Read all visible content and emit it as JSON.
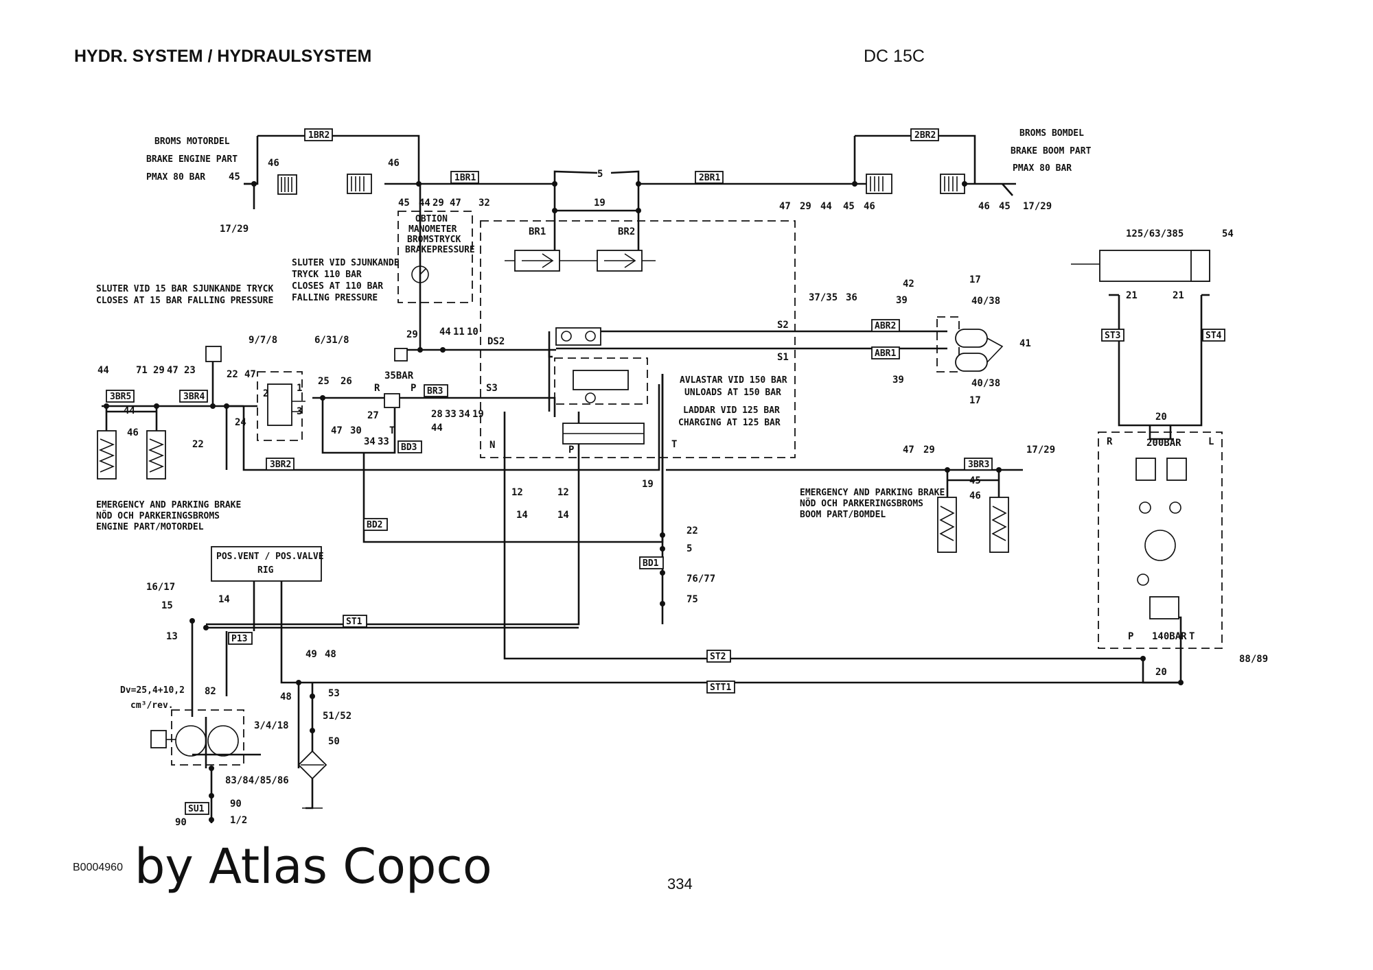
{
  "header": {
    "title": "HYDR. SYSTEM / HYDRAULSYSTEM",
    "model": "DC 15C"
  },
  "footer": {
    "doc_id": "B0004960",
    "brand": "by Atlas Copco",
    "page": "334"
  },
  "notes": {
    "brake_engine": [
      "BROMS MOTORDEL",
      "BRAKE ENGINE PART",
      "PMAX 80 BAR"
    ],
    "brake_boom": [
      "BROMS BOMDEL",
      "BRAKE BOOM PART",
      "PMAX 80 BAR"
    ],
    "option_gauge": [
      "OBTION",
      "MANOMETER",
      "BROMSTRYCK",
      "BRAKEPRESSURE"
    ],
    "closes_110": [
      "SLUTER VID SJUNKANDE",
      "TRYCK 110 BAR",
      "CLOSES AT 110 BAR",
      "FALLING PRESSURE"
    ],
    "closes_15": [
      "SLUTER VID 15 BAR SJUNKANDE TRYCK",
      "CLOSES AT 15 BAR FALLING PRESSURE"
    ],
    "unloads": [
      "AVLASTAR VID 150 BAR",
      "UNLOADS AT 150 BAR",
      "LADDAR VID 125 BAR",
      "CHARGING AT 125 BAR"
    ],
    "emergency_engine": [
      "EMERGENCY AND PARKING BRAKE",
      "NÖD OCH PARKERINGSBROMS",
      "ENGINE PART/MOTORDEL"
    ],
    "emergency_boom": [
      "EMERGENCY AND PARKING BRAKE",
      "NÖD OCH PARKERINGSBROMS",
      "BOOM PART/BOMDEL"
    ],
    "pos_valve": [
      "POS.VENT / POS.VALVE",
      "RIG"
    ],
    "displacement": [
      "Dv=25,4+10,2",
      "cm³/rev."
    ],
    "cylinder": "125/63/385"
  },
  "tags": {
    "br1": "1BR2",
    "br1b": "1BR1",
    "br2": "2BR2",
    "br2b": "2BR1",
    "br5": "3BR5",
    "br4": "3BR4",
    "br3": "BR3",
    "bd3": "BD3",
    "br2c": "3BR2",
    "bd2": "BD2",
    "bd1": "BD1",
    "br3b": "3BR3",
    "abr2": "ABR2",
    "abr1": "ABR1",
    "st3": "ST3",
    "st4": "ST4",
    "st1": "ST1",
    "st2": "ST2",
    "stt1": "STT1",
    "p13": "P13",
    "su1": "SU1"
  },
  "labels": {
    "n45a": "45",
    "n46a": "46",
    "n46b": "46",
    "n17a": "17/29",
    "n45b": "45",
    "n44b": "44",
    "n29b": "29",
    "n47b": "47",
    "n5": "5",
    "n19": "19",
    "n32": "32",
    "br1v": "BR1",
    "br2v": "BR2",
    "n47c": "47",
    "n29c": "29",
    "n44c": "44",
    "n45c": "45",
    "n46c": "46",
    "n46d": "46",
    "n45d": "45",
    "n17d": "17/29",
    "n125": "125/63/385",
    "n54": "54",
    "n21a": "21",
    "n21b": "21",
    "n42": "42",
    "n17e": "17",
    "n39a": "39",
    "n40a": "40/38",
    "n41": "41",
    "n39b": "39",
    "n40b": "40/38",
    "n17f": "17",
    "n3735": "37/35",
    "n36": "36",
    "s2": "S2",
    "s1": "S1",
    "ds2": "DS2",
    "s3": "S3",
    "nN": "N",
    "nT": "T",
    "nP": "P",
    "n978": "9/7/8",
    "n6318": "6/31/8",
    "n29d": "29",
    "n44d": "44",
    "n11": "11",
    "n10": "10",
    "n44e": "44",
    "n71": "71",
    "n29e": "29",
    "n47e": "47",
    "n23": "23",
    "n22a": "22",
    "n47f": "47",
    "n44f": "44",
    "n46e": "46",
    "n22b": "22",
    "n24": "24",
    "n2": "2",
    "n1": "1",
    "n3": "3",
    "n25": "25",
    "n26": "26",
    "nR": "R",
    "n35bar": "35BAR",
    "nP2": "P",
    "nT2": "T",
    "n27": "27",
    "n28": "28",
    "n33": "33",
    "n34": "34",
    "n19b": "19",
    "n44g": "44",
    "n47g": "47",
    "n30": "30",
    "n34b": "34",
    "n33b": "33",
    "n12a": "12",
    "n14a": "14",
    "n12b": "12",
    "n14b": "14",
    "n19c": "19",
    "n22c": "22",
    "n5b": "5",
    "n7677": "76/77",
    "n75": "75",
    "n47h": "47",
    "n29h": "29",
    "n1729h": "17/29",
    "n45h": "45",
    "n46h": "46",
    "n20a": "20",
    "nRr": "R",
    "nLl": "L",
    "n200": "200BAR",
    "nPp": "P",
    "n140": "140BAR",
    "nTt": "T",
    "n8889": "88/89",
    "n20b": "20",
    "n1617": "16/17",
    "n15": "15",
    "n14c": "14",
    "n13": "13",
    "n49": "49",
    "n48a": "48",
    "n48b": "48",
    "n53": "53",
    "n5152": "51/52",
    "n50": "50",
    "n82": "82",
    "n3418": "3/4/18",
    "n8386": "83/84/85/86",
    "n90a": "90",
    "n90b": "90",
    "n12": "1/2"
  }
}
